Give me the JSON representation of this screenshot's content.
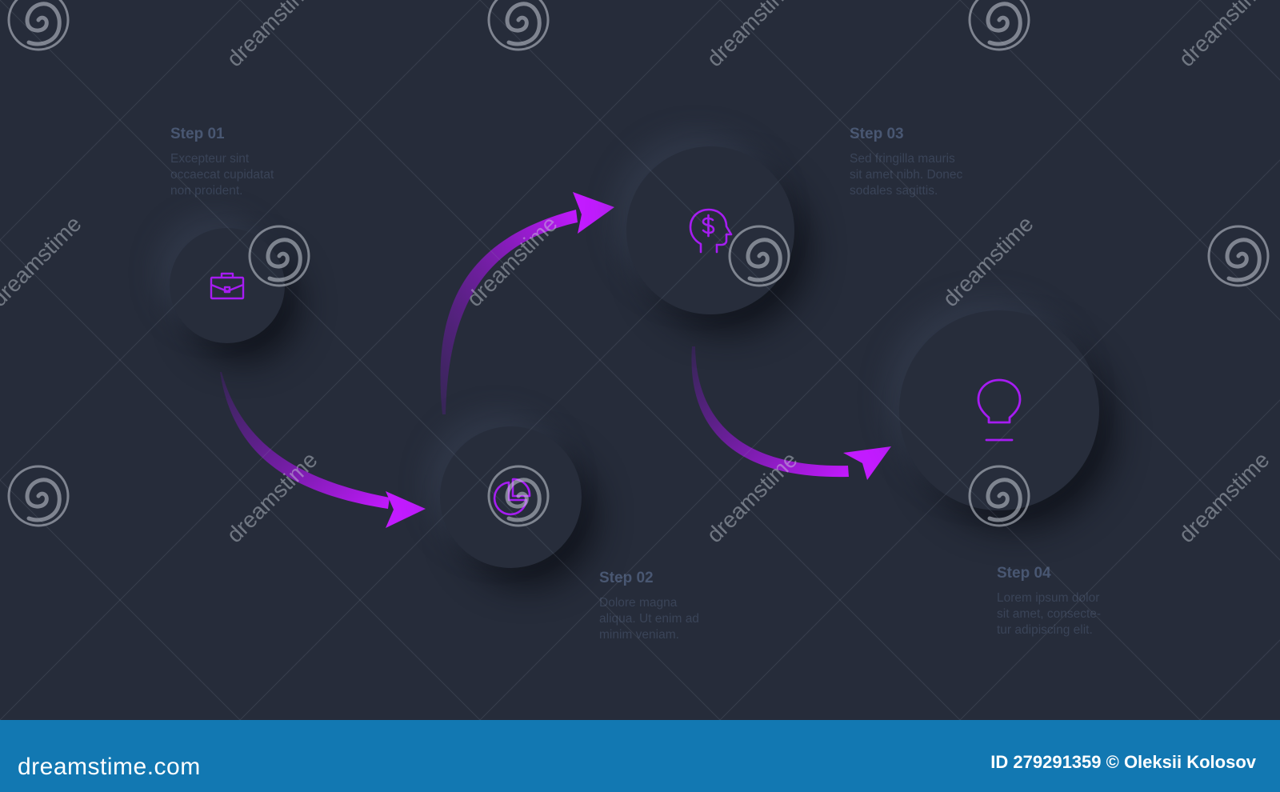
{
  "steps": [
    {
      "title": "Step 01",
      "text": [
        "Excepteur sint",
        "occaecat cupidatat",
        "non proident."
      ],
      "icon": "briefcase-icon"
    },
    {
      "title": "Step 02",
      "text": [
        "Dolore magna",
        "aliqua. Ut enim ad",
        "minim veniam."
      ],
      "icon": "pie-chart-icon"
    },
    {
      "title": "Step 03",
      "text": [
        "Sed fringilla mauris",
        "sit amet nibh. Donec",
        "sodales sagittis."
      ],
      "icon": "dollar-head-icon"
    },
    {
      "title": "Step 04",
      "text": [
        "Lorem ipsum dolor",
        "sit amet, consecte-",
        "tur adipiscing elit."
      ],
      "icon": "lightbulb-icon"
    }
  ],
  "colors": {
    "background": "#262c3a",
    "accent": "#a61cf2",
    "arrow_start": "#7a12c4",
    "arrow_end": "#c419ff",
    "footer": "#1278b2"
  },
  "watermark": {
    "text": "dreamstime"
  },
  "footer": {
    "brand": "dreamstime.com",
    "credit": "ID 279291359 © Oleksii Kolosov"
  }
}
